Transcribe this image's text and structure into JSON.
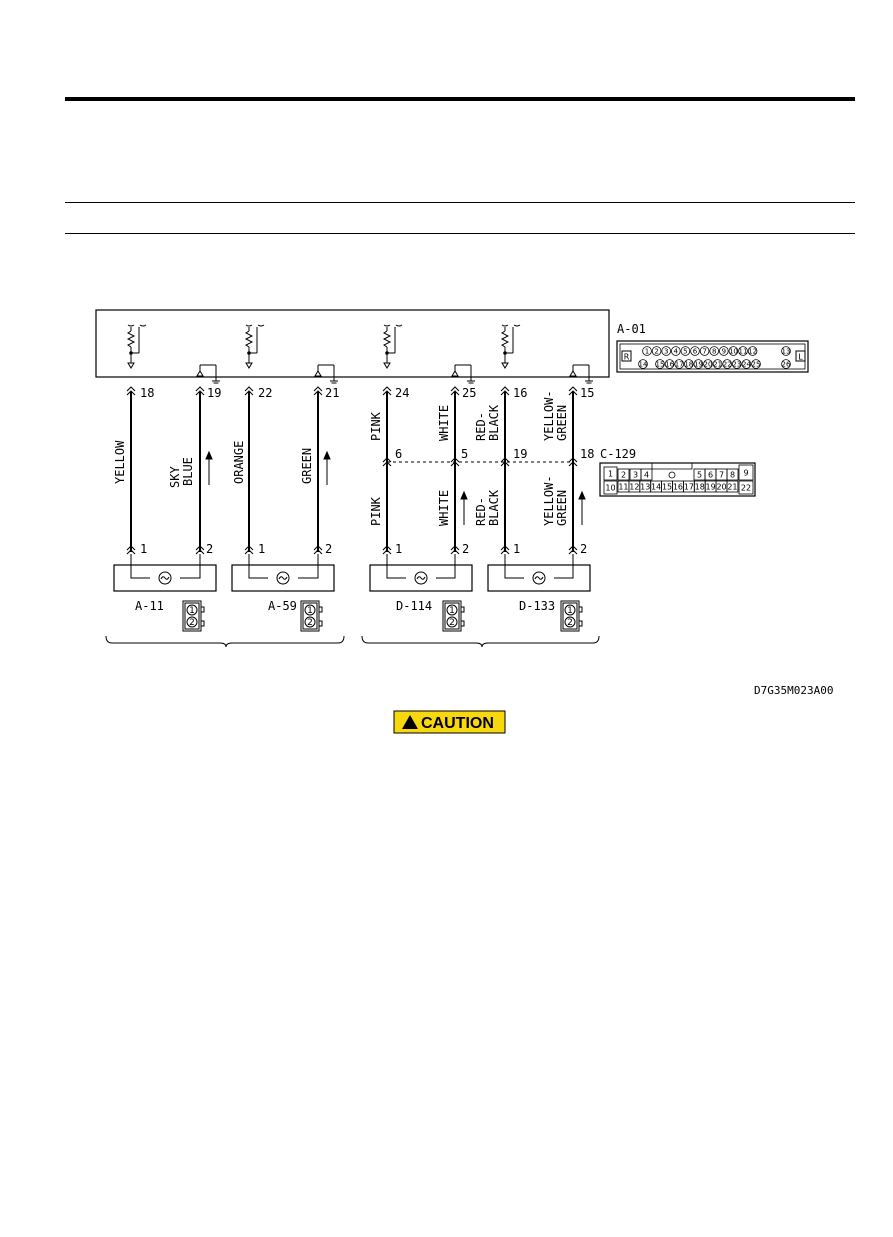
{
  "diagram_code": "D7G35M023A00",
  "caution_label": "CAUTION",
  "ecu_connector": {
    "id": "A-01",
    "pins_top": [
      "1",
      "2",
      "3",
      "4",
      "5",
      "6",
      "7",
      "8",
      "9",
      "10",
      "11",
      "12"
    ],
    "pin_top_right": "13",
    "pins_bottom": [
      "15",
      "16",
      "17",
      "18",
      "19",
      "20",
      "21",
      "22",
      "23",
      "24",
      "25"
    ],
    "pin_bottom_left": "14",
    "pin_bottom_right": "26",
    "key_left": "R",
    "key_right": "L"
  },
  "intermediate_connector": {
    "id": "C-129",
    "pins_top": [
      "1",
      "2",
      "3",
      "4",
      "5",
      "6",
      "7",
      "8",
      "9"
    ],
    "pins_bottom": [
      "10",
      "11",
      "12",
      "13",
      "14",
      "15",
      "16",
      "17",
      "18",
      "19",
      "20",
      "21",
      "22"
    ]
  },
  "sensors": [
    {
      "id": "A-11",
      "pins": [
        "1",
        "2"
      ],
      "connector_pins": [
        "1",
        "2"
      ]
    },
    {
      "id": "A-59",
      "pins": [
        "1",
        "2"
      ],
      "connector_pins": [
        "1",
        "2"
      ]
    },
    {
      "id": "D-114",
      "pins": [
        "1",
        "2"
      ],
      "connector_pins": [
        "1",
        "2"
      ]
    },
    {
      "id": "D-133",
      "pins": [
        "1",
        "2"
      ],
      "connector_pins": [
        "1",
        "2"
      ]
    }
  ],
  "wires": [
    {
      "ecu_pin": "18",
      "color": [
        "YELLOW"
      ],
      "sensor_pin": "1",
      "arrow": false
    },
    {
      "ecu_pin": "19",
      "color": [
        "SKY",
        "BLUE"
      ],
      "sensor_pin": "2",
      "arrow": true
    },
    {
      "ecu_pin": "22",
      "color": [
        "ORANGE"
      ],
      "sensor_pin": "1",
      "arrow": false
    },
    {
      "ecu_pin": "21",
      "color": [
        "GREEN"
      ],
      "sensor_pin": "2",
      "arrow": true
    },
    {
      "ecu_pin": "24",
      "c129_pin": "6",
      "color": [
        "PINK"
      ],
      "sensor_pin": "1",
      "arrow": false
    },
    {
      "ecu_pin": "25",
      "c129_pin": "5",
      "color": [
        "WHITE"
      ],
      "sensor_pin": "2",
      "arrow": true
    },
    {
      "ecu_pin": "16",
      "c129_pin": "19",
      "color": [
        "RED-",
        "BLACK"
      ],
      "sensor_pin": "1",
      "arrow": false
    },
    {
      "ecu_pin": "15",
      "c129_pin": "18",
      "color": [
        "YELLOW-",
        "GREEN"
      ],
      "sensor_pin": "2",
      "arrow": true
    }
  ]
}
